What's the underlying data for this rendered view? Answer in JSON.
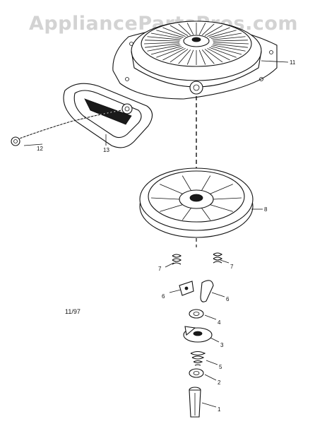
{
  "watermark": "AppliancePartsPros.com",
  "diagram_code": "11/97",
  "callouts": {
    "housing": "11",
    "handle": "13",
    "rope": "12",
    "pulley": "8",
    "spring_left": "7",
    "spring_right": "7",
    "pawl_left": "6",
    "pawl_right": "6",
    "washer_upper": "4",
    "retainer": "3",
    "spring_small": "5",
    "washer_lower": "2",
    "screw": "1"
  }
}
